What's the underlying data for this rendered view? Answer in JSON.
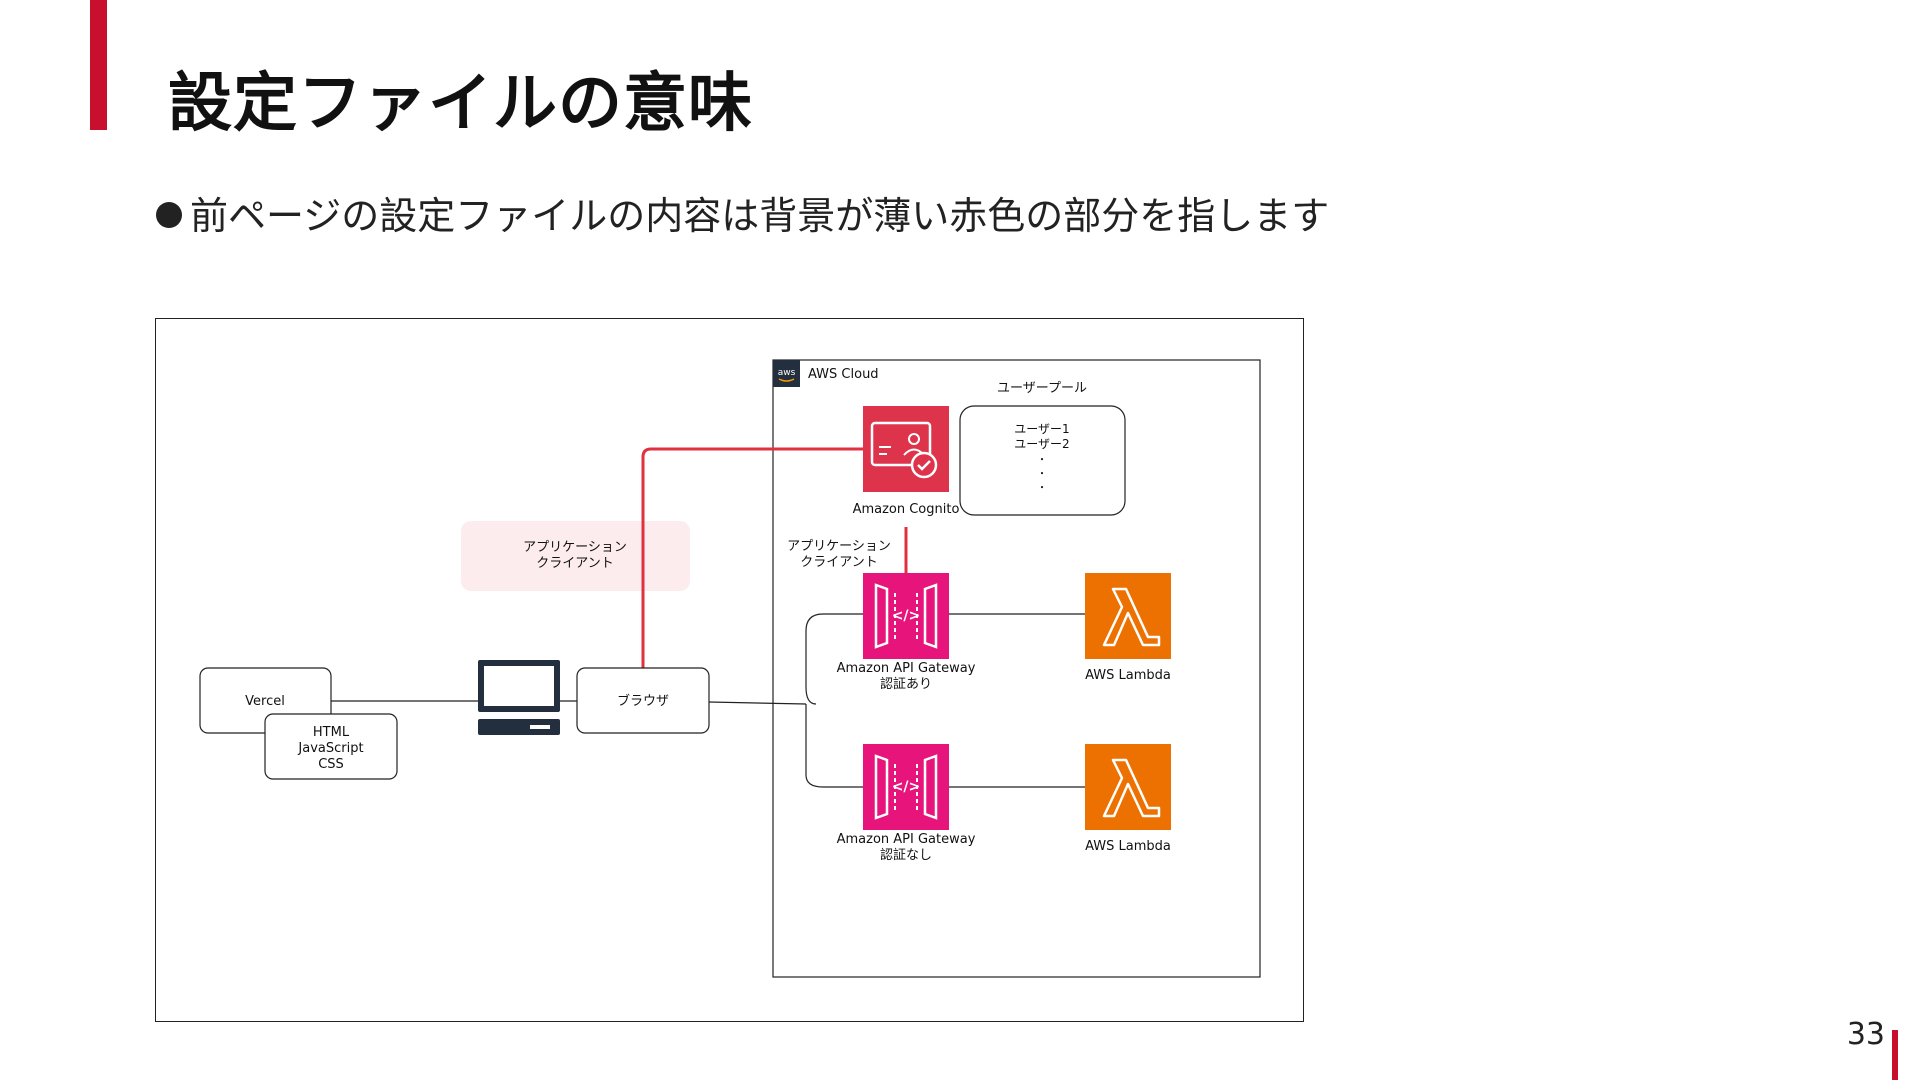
{
  "slide": {
    "title": "設定ファイルの意味",
    "bullet": "前ページの設定ファイルの内容は背景が薄い赤色の部分を指します",
    "page_number": "33",
    "accent_color": "#c8102e"
  },
  "diagram": {
    "aws_cloud_label": "AWS Cloud",
    "aws_logo_text": "aws",
    "user_pool_label": "ユーザープール",
    "user_pool_items": [
      "ユーザー1",
      "ユーザー2",
      "・",
      "・",
      "・"
    ],
    "cognito_label": "Amazon Cognito",
    "app_client_highlight": [
      "アプリケーション",
      "クライアント"
    ],
    "app_client_label": [
      "アプリケーション",
      "クライアント"
    ],
    "api_gateway_auth": [
      "Amazon API Gateway",
      "認証あり"
    ],
    "api_gateway_noauth": [
      "Amazon API Gateway",
      "認証なし"
    ],
    "lambda_label_1": "AWS Lambda",
    "lambda_label_2": "AWS Lambda",
    "vercel_label": "Vercel",
    "static_files": [
      "HTML",
      "JavaScript",
      "CSS"
    ],
    "browser_label": "ブラウザ",
    "colors": {
      "cognito": "#dd344c",
      "api_gateway": "#e7157b",
      "lambda": "#ed7100",
      "highlight": "#fdecee",
      "red_line": "#e0313f"
    },
    "icons": [
      "aws-logo-icon",
      "cognito-icon",
      "api-gateway-icon",
      "lambda-icon",
      "computer-icon"
    ]
  }
}
